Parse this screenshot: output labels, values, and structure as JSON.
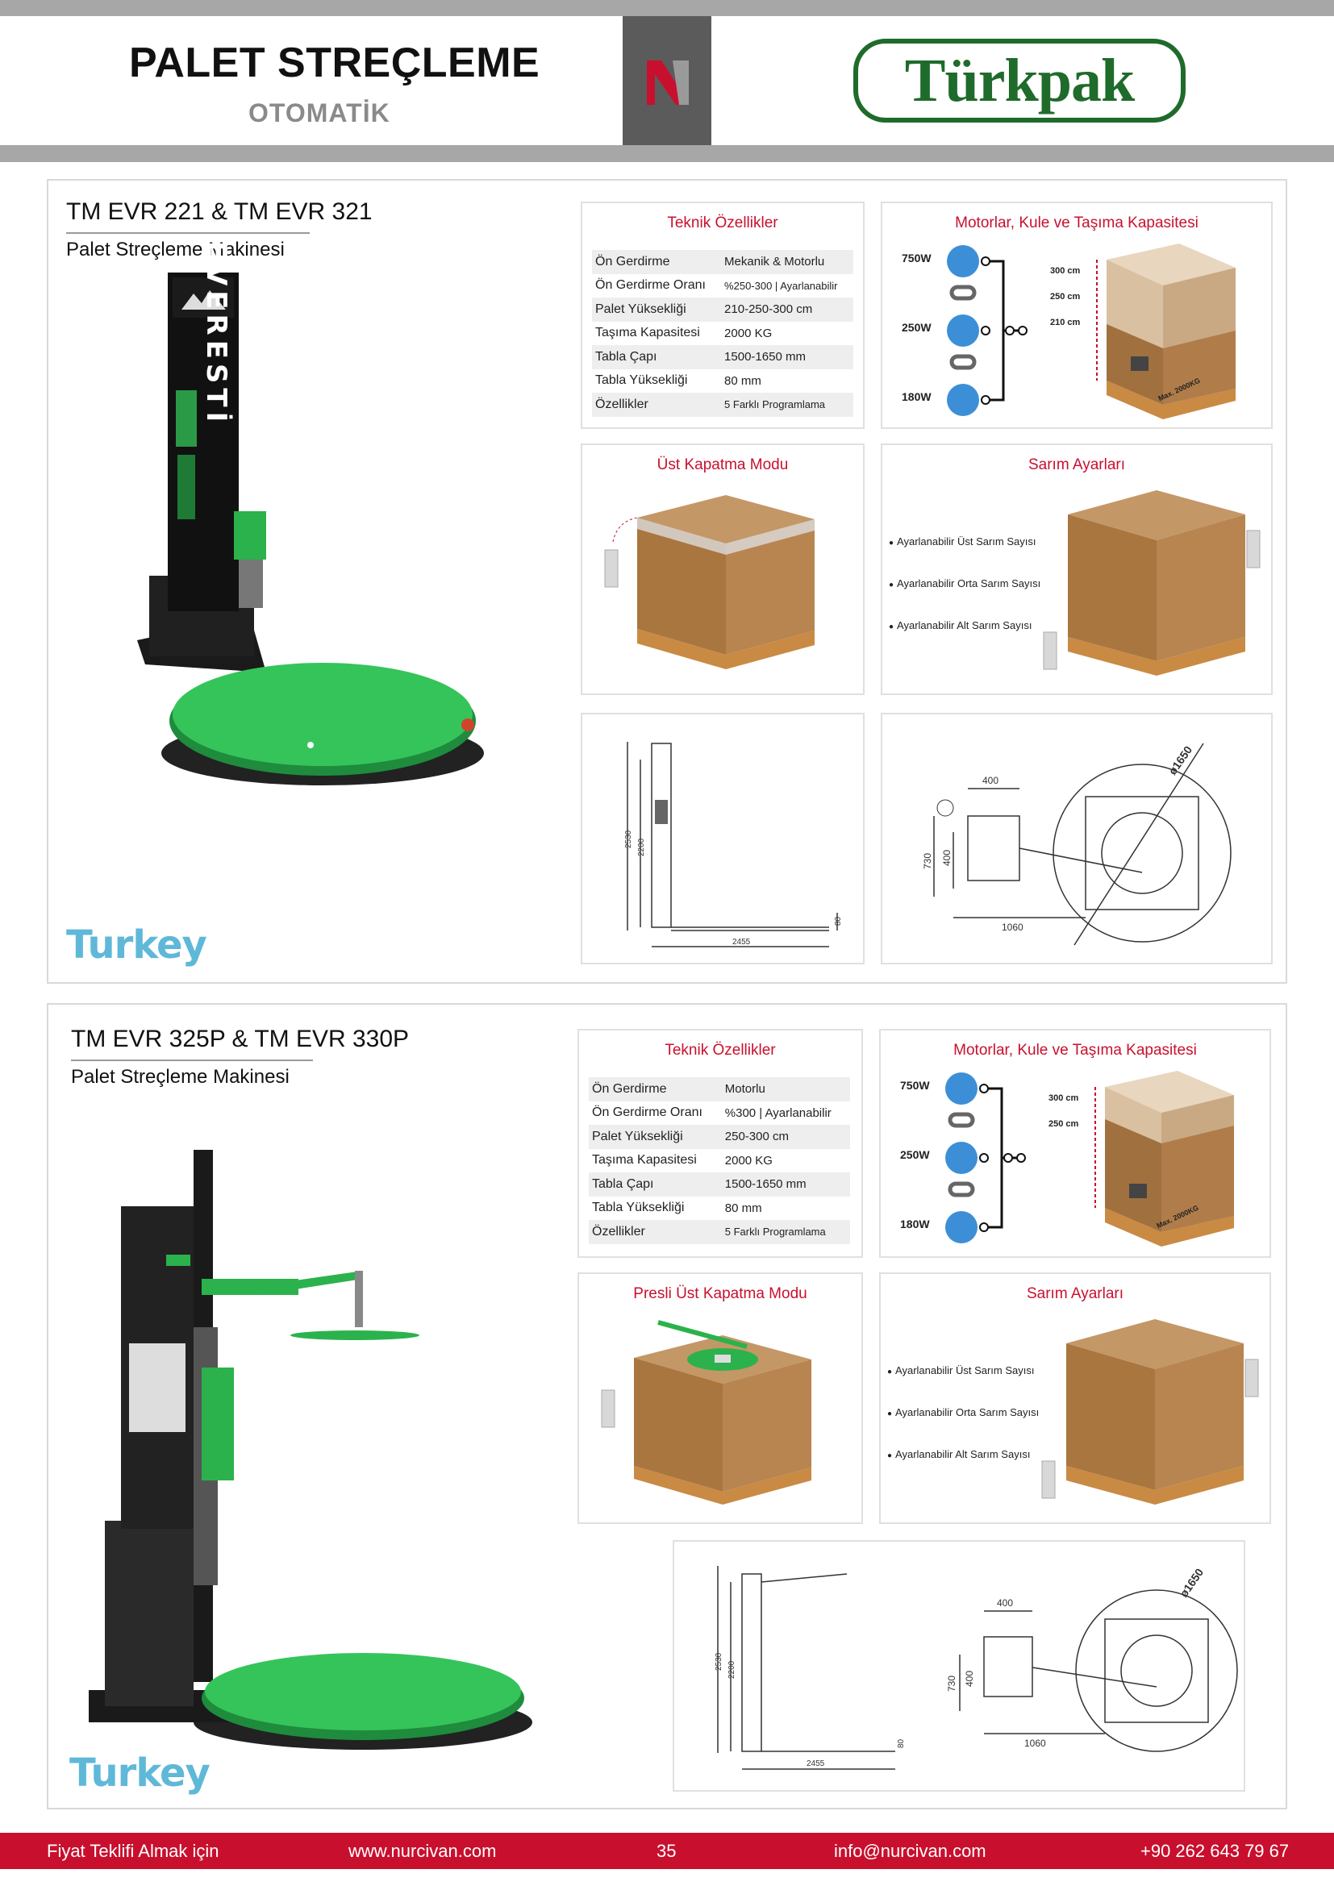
{
  "header": {
    "title": "PALET STREÇLEME",
    "subtitle": "OTOMATİK",
    "brand": "Türkpak"
  },
  "products": [
    {
      "model": "TM EVR 221 & TM EVR 321",
      "subtitle": "Palet Streçleme Makinesi",
      "machine_label": "EVERESTİ",
      "specs_title": "Teknik Özellikler",
      "specs": [
        {
          "label": "Ön Gerdirme",
          "value": "Mekanik & Motorlu"
        },
        {
          "label": "Ön Gerdirme Oranı",
          "value": "%250-300 | Ayarlanabilir"
        },
        {
          "label": "Palet Yüksekliği",
          "value": "210-250-300 cm"
        },
        {
          "label": "Taşıma Kapasitesi",
          "value": "2000 KG"
        },
        {
          "label": "Tabla Çapı",
          "value": "1500-1650 mm"
        },
        {
          "label": "Tabla Yüksekliği",
          "value": "80 mm"
        },
        {
          "label": "Özellikler",
          "value": "5 Farklı Programlama"
        }
      ],
      "motors_title": "Motorlar, Kule ve Taşıma Kapasitesi",
      "motors": [
        "750W",
        "250W",
        "180W"
      ],
      "heights": [
        "300 cm",
        "250 cm",
        "210 cm"
      ],
      "weight_label": "Max. 2000KG",
      "top_mode_title": "Üst Kapatma Modu",
      "winding_title": "Sarım Ayarları",
      "winding": [
        "Ayarlanabilir Üst Sarım Sayısı",
        "Ayarlanabilir Orta Sarım Sayısı",
        "Ayarlanabilir Alt Sarım Sayısı"
      ],
      "side_dims": {
        "height": "2530",
        "inner": "2200",
        "width": "2455",
        "base": "80"
      },
      "top_dims": {
        "diameter": "ø1650",
        "tower_w": "400",
        "tower_d": "400",
        "depth": "730",
        "length": "1060"
      },
      "badge": "Turkey"
    },
    {
      "model": "TM EVR 325P & TM EVR 330P",
      "subtitle": "Palet Streçleme Makinesi",
      "specs_title": "Teknik Özellikler",
      "specs": [
        {
          "label": "Ön Gerdirme",
          "value": "Motorlu"
        },
        {
          "label": "Ön Gerdirme Oranı",
          "value": "%300 | Ayarlanabilir"
        },
        {
          "label": "Palet Yüksekliği",
          "value": "250-300 cm"
        },
        {
          "label": "Taşıma Kapasitesi",
          "value": "2000 KG"
        },
        {
          "label": "Tabla Çapı",
          "value": "1500-1650 mm"
        },
        {
          "label": "Tabla Yüksekliği",
          "value": "80 mm"
        },
        {
          "label": "Özellikler",
          "value": "5 Farklı Programlama"
        }
      ],
      "motors_title": "Motorlar, Kule ve Taşıma Kapasitesi",
      "motors": [
        "750W",
        "250W",
        "180W"
      ],
      "heights": [
        "300 cm",
        "250 cm"
      ],
      "weight_label": "Max. 2000KG",
      "top_mode_title": "Presli Üst Kapatma Modu",
      "winding_title": "Sarım Ayarları",
      "winding": [
        "Ayarlanabilir Üst Sarım Sayısı",
        "Ayarlanabilir Orta Sarım Sayısı",
        "Ayarlanabilir Alt Sarım Sayısı"
      ],
      "side_dims": {
        "height": "2530",
        "inner": "2200",
        "width": "2455",
        "base": "80"
      },
      "top_dims": {
        "diameter": "ø1650",
        "tower_w": "400",
        "tower_d": "400",
        "depth": "730",
        "length": "1060"
      },
      "badge": "Turkey"
    }
  ],
  "footer": {
    "cta": "Fiyat Teklifi Almak için",
    "website": "www.nurcivan.com",
    "page": "35",
    "email": "info@nurcivan.com",
    "phone": "+90 262 643 79 67"
  },
  "colors": {
    "accent": "#c8102e",
    "brand_green": "#1f6b2b",
    "machine_green": "#2bb24c",
    "box": "#b07d4a"
  }
}
